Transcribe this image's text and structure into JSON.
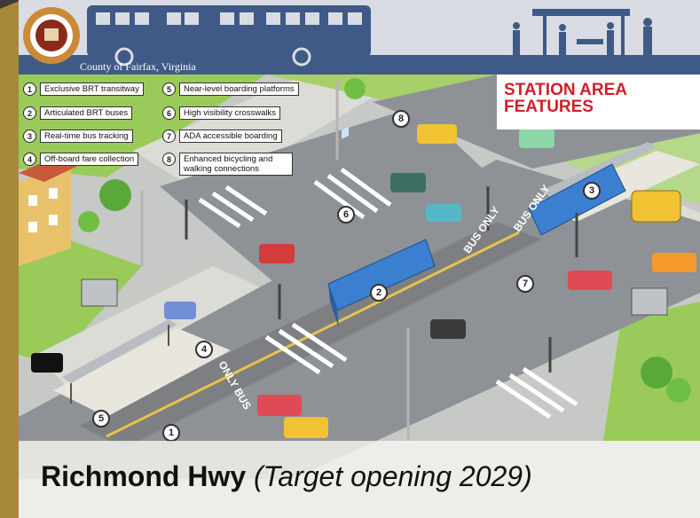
{
  "header": {
    "county_label": "County of Fairfax, Virginia"
  },
  "station_title": [
    "STATION AREA",
    "FEATURES"
  ],
  "legend": {
    "items": [
      {
        "num": "1",
        "label": "Exclusive BRT transitway"
      },
      {
        "num": "2",
        "label": "Articulated BRT buses"
      },
      {
        "num": "3",
        "label": "Real-time bus tracking"
      },
      {
        "num": "4",
        "label": "Off-board fare collection"
      },
      {
        "num": "5",
        "label": "Near-level boarding platforms"
      },
      {
        "num": "6",
        "label": "High visibility crosswalks"
      },
      {
        "num": "7",
        "label": "ADA accessible boarding"
      },
      {
        "num": "8",
        "label": "Enhanced bicycling and walking connections"
      }
    ]
  },
  "markers": [
    "1",
    "2",
    "3",
    "4",
    "5",
    "6",
    "7",
    "8"
  ],
  "road_text": [
    "BUS ONLY",
    "ONLY BUS",
    "BUS ONLY"
  ],
  "caption": {
    "main": "Richmond Hwy",
    "sub": "(Target opening 2029)"
  },
  "colors": {
    "header_bar": "#3f5a86",
    "title_red": "#d0202a",
    "road": "#8e9196",
    "grass": "#8cc63f",
    "frame": "#a8883a"
  }
}
